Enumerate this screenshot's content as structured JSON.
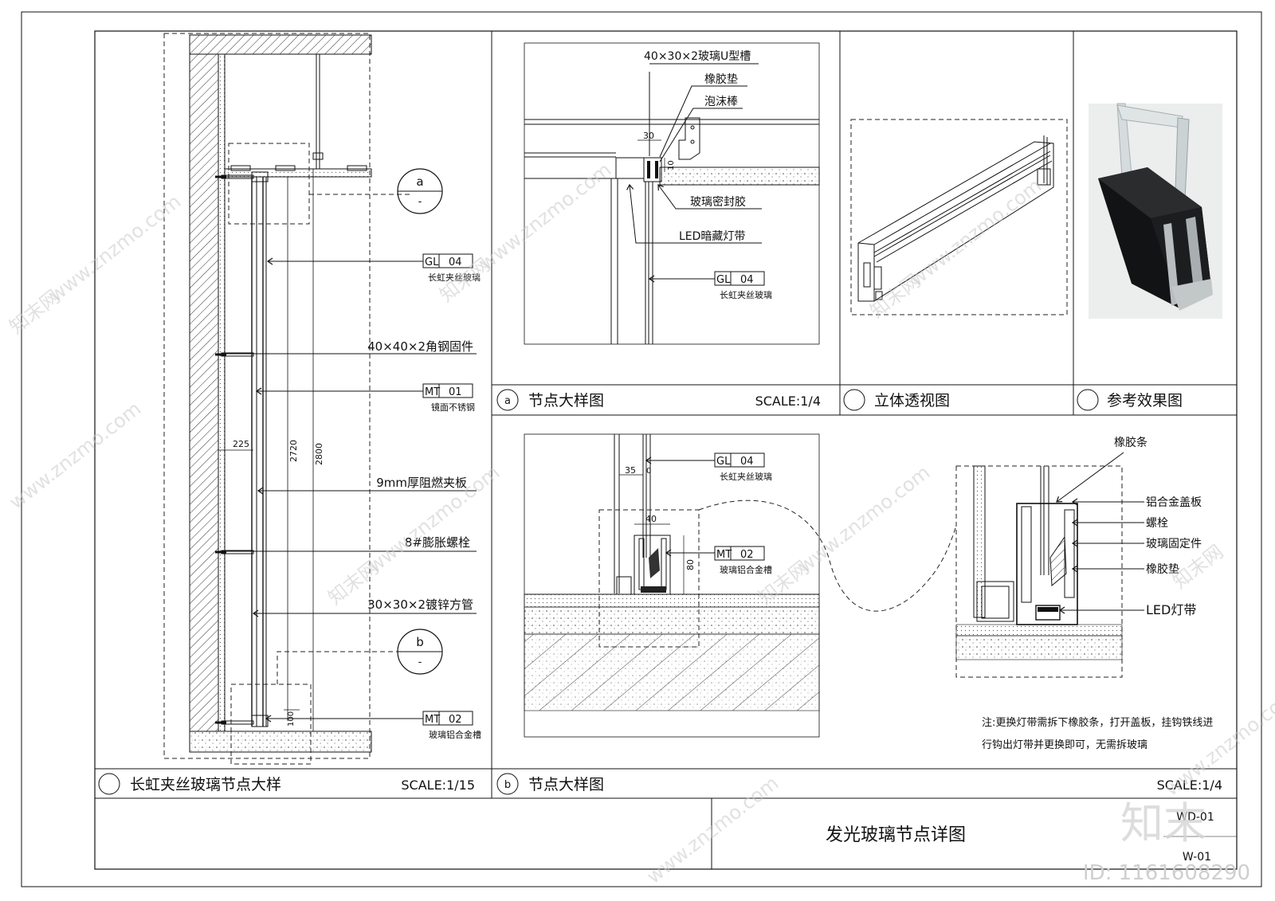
{
  "drawing_title": "发光玻璃节点详图",
  "drawing_no_top": "WD-01",
  "drawing_no_bottom": "W-01",
  "watermark_site": "www.znzmo.com",
  "watermark_brand": "知末网",
  "watermark_logo": "知末",
  "watermark_id": "ID: 1161608290",
  "panels": {
    "main": {
      "marker": "",
      "title": "长虹夹丝玻璃节点大样",
      "scale": "SCALE:1/15"
    },
    "a": {
      "marker": "a",
      "title": "节点大样图",
      "scale": "SCALE:1/4"
    },
    "persp": {
      "marker": "",
      "title": "立体透视图"
    },
    "ref": {
      "marker": "",
      "title": "参考效果图"
    },
    "b": {
      "marker": "b",
      "title": "节点大样图",
      "scale": "SCALE:1/4"
    }
  },
  "main_labels": {
    "gl04_code_a": "GL",
    "gl04_code_b": "04",
    "gl04_name": "长虹夹丝玻璃",
    "angle_steel": "40×40×2角钢固件",
    "mt01_code_a": "MT",
    "mt01_code_b": "01",
    "mt01_name": "镜面不锈钢",
    "board": "9mm厚阻燃夹板",
    "bolt": "8#膨胀螺栓",
    "tube": "30×30×2镀锌方管",
    "mt02_code_a": "MT",
    "mt02_code_b": "02",
    "mt02_name": "玻璃铝合金槽",
    "dim_225": "225",
    "dim_2720": "2720",
    "dim_2800": "2800",
    "dim_100": "100",
    "callout_a": "a",
    "callout_b": "b",
    "callout_sub": "-"
  },
  "a_labels": {
    "u_channel": "40×30×2玻璃U型槽",
    "rubber_pad": "橡胶垫",
    "foam_rod": "泡沫棒",
    "sealant": "玻璃密封胶",
    "led_hidden": "LED暗藏灯带",
    "gl_a": "GL",
    "gl_b": "04",
    "gl_name": "长虹夹丝玻璃",
    "dim_30": "30",
    "dim_10": "10"
  },
  "b_labels": {
    "gl_a": "GL",
    "gl_b": "04",
    "gl_name": "长虹夹丝玻璃",
    "mt_a": "MT",
    "mt_b": "02",
    "mt_name": "玻璃铝合金槽",
    "dim_35": "35",
    "dim_0": "0",
    "dim_40": "40",
    "dim_80": "80"
  },
  "detail_labels": {
    "rubber_strip": "橡胶条",
    "al_cover": "铝合金盖板",
    "bolt": "螺栓",
    "glass_fix": "玻璃固定件",
    "rubber_pad": "橡胶垫",
    "led_strip": "LED灯带"
  },
  "note_line1": "注:更换灯带需拆下橡胶条，打开盖板，挂钩铁线进",
  "note_line2": "行钩出灯带并更换即可，无需拆玻璃"
}
